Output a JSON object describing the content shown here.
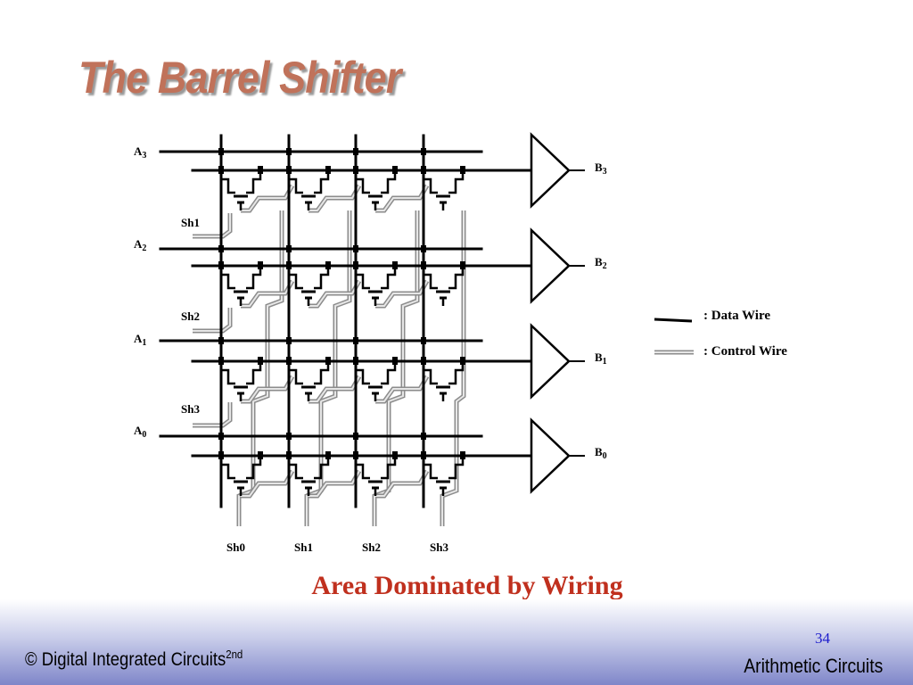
{
  "slide": {
    "title": "The Barrel Shifter",
    "caption": "Area Dominated by Wiring",
    "page_number": "34",
    "footer_left": "© Digital Integrated Circuits",
    "footer_left_sup": "2nd",
    "footer_right": "Arithmetic Circuits"
  },
  "diagram": {
    "inputs": [
      {
        "base": "A",
        "sub": "3"
      },
      {
        "base": "A",
        "sub": "2"
      },
      {
        "base": "A",
        "sub": "1"
      },
      {
        "base": "A",
        "sub": "0"
      }
    ],
    "outputs": [
      {
        "base": "B",
        "sub": "3"
      },
      {
        "base": "B",
        "sub": "2"
      },
      {
        "base": "B",
        "sub": "1"
      },
      {
        "base": "B",
        "sub": "0"
      }
    ],
    "left_shift_labels": [
      "Sh1",
      "Sh2",
      "Sh3"
    ],
    "bottom_shift_labels": [
      "Sh0",
      "Sh1",
      "Sh2",
      "Sh3"
    ],
    "legend": {
      "data_wire": ": Data Wire",
      "control_wire": ": Control Wire"
    }
  },
  "colors": {
    "title": "#c0725a",
    "caption": "#c0301e",
    "data_wire": "#000000",
    "control_wire": "#8c8c8c",
    "page_number": "#1a1acc"
  }
}
